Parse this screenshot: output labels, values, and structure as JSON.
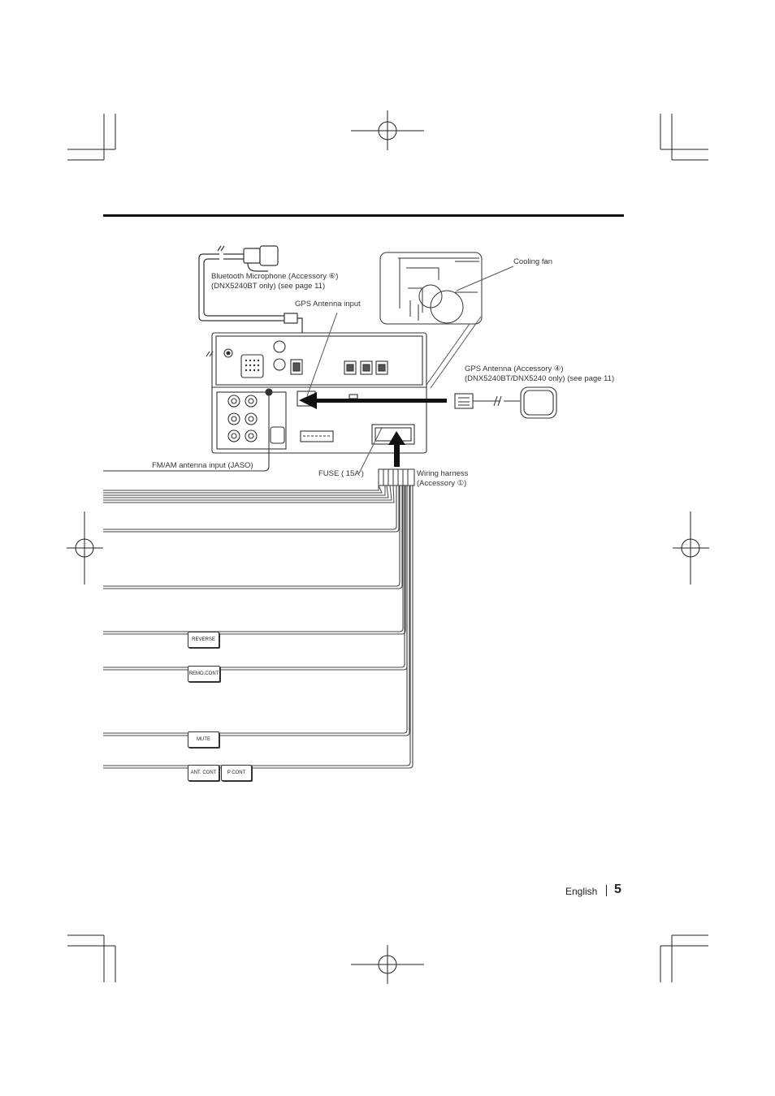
{
  "labels": {
    "bt_mic_line1": "Bluetooth  Microphone (Accessory ⑥)",
    "bt_mic_line2": "(DNX5240BT only) (see page 11)",
    "gps_input": "GPS Antenna input",
    "cooling_fan": "Cooling fan",
    "gps_antenna_line1": "GPS Antenna (Accessory ④)",
    "gps_antenna_line2": "(DNX5240BT/DNX5240 only) (see page 11)",
    "fm_am": "FM/AM antenna input (JASO)",
    "fuse": "FUSE ( 15A )",
    "harness_line1": "Wiring harness",
    "harness_line2": "(Accessory ①)"
  },
  "wire_tags": {
    "reverse": "REVERSE",
    "remo_cont": "REMO.CONT",
    "mute": "MUTE",
    "ant_cont": "ANT. CONT",
    "p_cont": "P CONT"
  },
  "footer": {
    "language": "English",
    "page_number": "5"
  }
}
